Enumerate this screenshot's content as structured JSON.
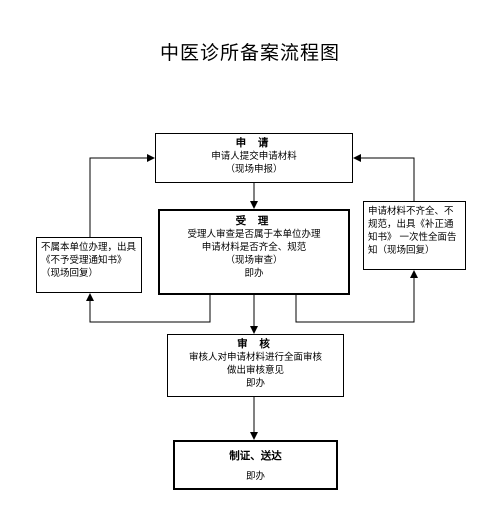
{
  "title": "中医诊所备案流程图",
  "apply": {
    "heading": "申 请",
    "line1": "申请人提交申请材料",
    "line2": "（现场申报）"
  },
  "accept": {
    "heading": "受 理",
    "line1": "受理人审查是否属于本单位办理",
    "line2": "申请材料是否齐全、规范",
    "line3": "（现场审查）",
    "line4": "即办"
  },
  "review": {
    "heading": "审 核",
    "line1": "审核人对申请材料进行全面审核",
    "line2": "做出审核意见",
    "line3": "即办"
  },
  "issue": {
    "heading": "制证、送达",
    "line1": "即办"
  },
  "reject": {
    "text": "不属本单位办理，出具《不予受理通知书》（现场回复）"
  },
  "supplement": {
    "text": "申请材料不齐全、不规范，出具《补正通知书》 一次性全面告知（现场回复）"
  }
}
